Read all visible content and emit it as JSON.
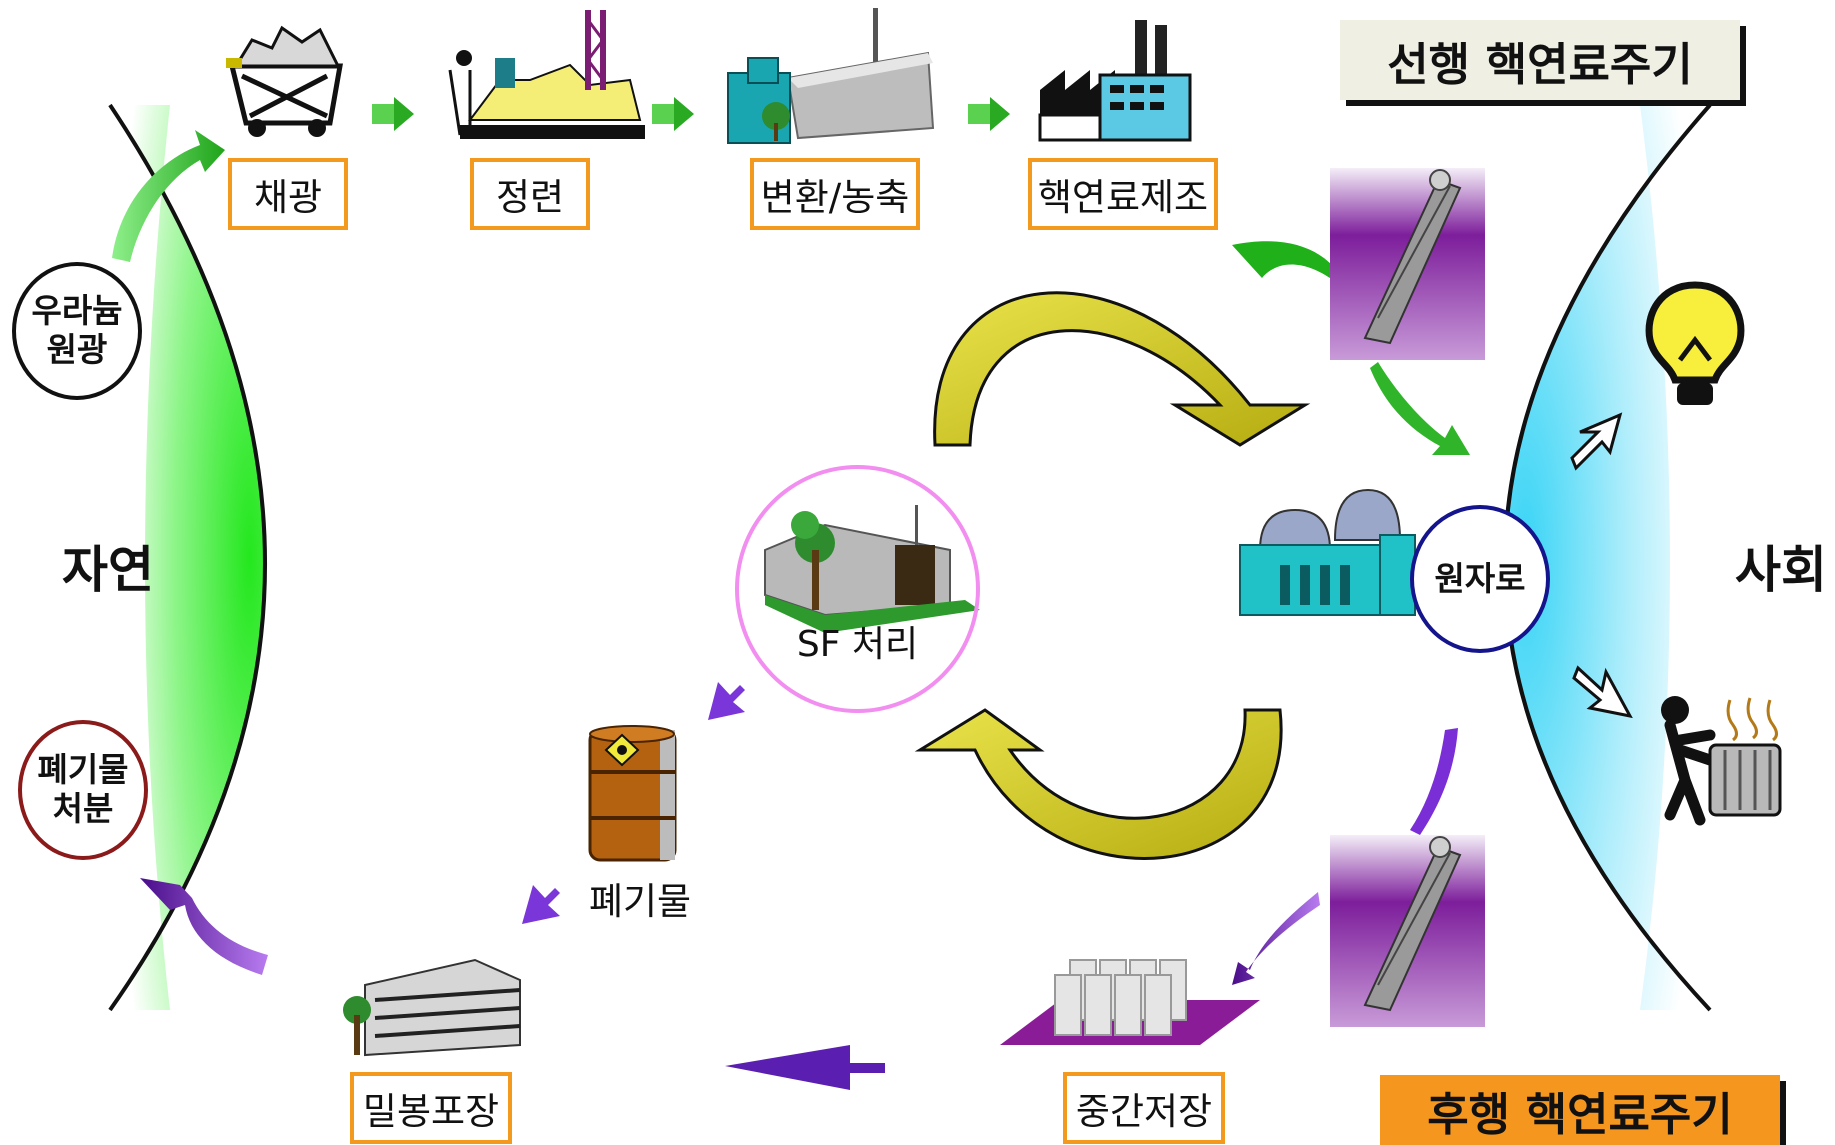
{
  "banners": {
    "front_end": "선행 핵연료주기",
    "back_end": "후행 핵연료주기"
  },
  "regions": {
    "nature": "자연",
    "society": "사회"
  },
  "front_steps": {
    "mining": "채광",
    "milling": "정련",
    "conversion": "변환/농축",
    "fabrication": "핵연료제조"
  },
  "back_steps": {
    "interim_storage": "중간저장",
    "sealed_packaging": "밀봉포장"
  },
  "nodes": {
    "uranium_ore": [
      "우라늄",
      "원광"
    ],
    "waste_disposal": [
      "폐기물",
      "처분"
    ],
    "reactor": "원자로",
    "sf_processing": "SF 처리",
    "waste": "폐기물"
  },
  "colors": {
    "label_border": "#f39a1e",
    "nature_band": "#22e61a",
    "society_band": "#37d6f2",
    "cycle_arrow": "#c8c018",
    "front_arrow": "#25b51f",
    "back_arrow": "#7a2fd6"
  }
}
